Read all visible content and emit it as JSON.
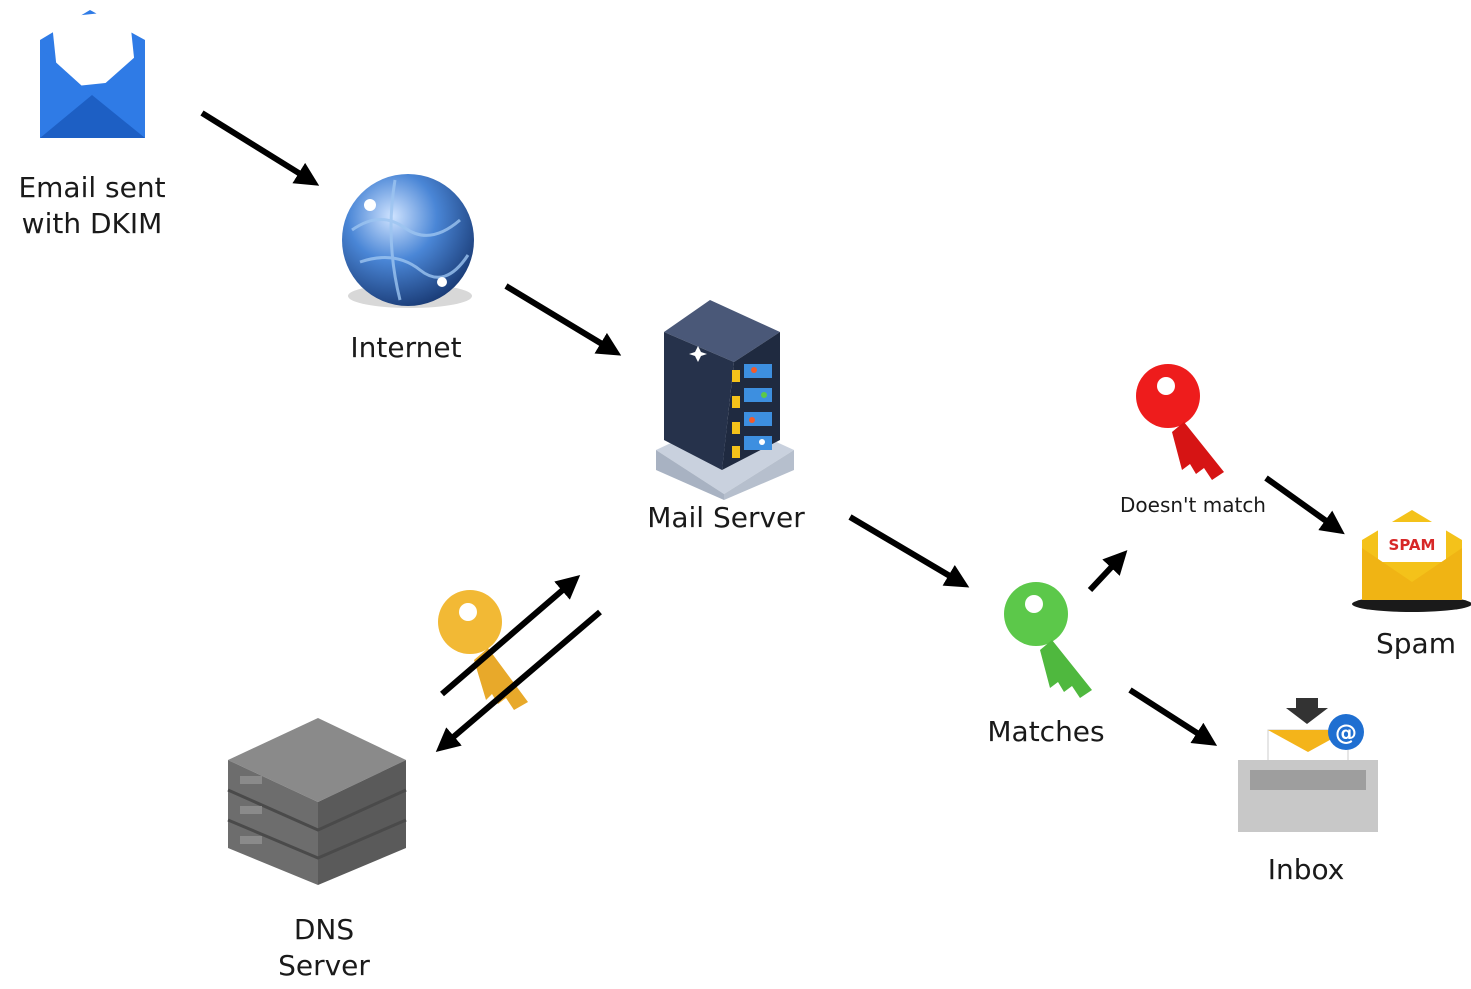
{
  "nodes": {
    "email": {
      "label_line1": "Email sent",
      "label_line2": "with DKIM",
      "icon": "envelope-icon"
    },
    "internet": {
      "label": "Internet",
      "icon": "globe-icon"
    },
    "mail_server": {
      "label": "Mail Server",
      "icon": "server-rack-icon"
    },
    "dns_server": {
      "label_line1": "DNS",
      "label_line2": "Server",
      "icon": "dns-server-icon"
    },
    "matches": {
      "label": "Matches",
      "icon": "green-key-icon"
    },
    "doesnt_match": {
      "label": "Doesn't match",
      "icon": "red-key-icon"
    },
    "spam": {
      "label": "Spam",
      "badge": "SPAM",
      "icon": "spam-envelope-icon"
    },
    "inbox": {
      "label": "Inbox",
      "icon": "inbox-tray-icon"
    }
  },
  "dns_key": {
    "icon": "yellow-key-icon"
  },
  "colors": {
    "envelope": "#2f7be6",
    "globe": "#2e66b8",
    "server": "#2b3a55",
    "dns": "#6b6b6b",
    "key_green": "#5cc84a",
    "key_red": "#ee1c1c",
    "key_yellow": "#f2b935",
    "spam_envelope": "#f4c21a",
    "spam_badge": "#d72828",
    "inbox_tray": "#c8c8c8",
    "arrow": "#000000"
  }
}
